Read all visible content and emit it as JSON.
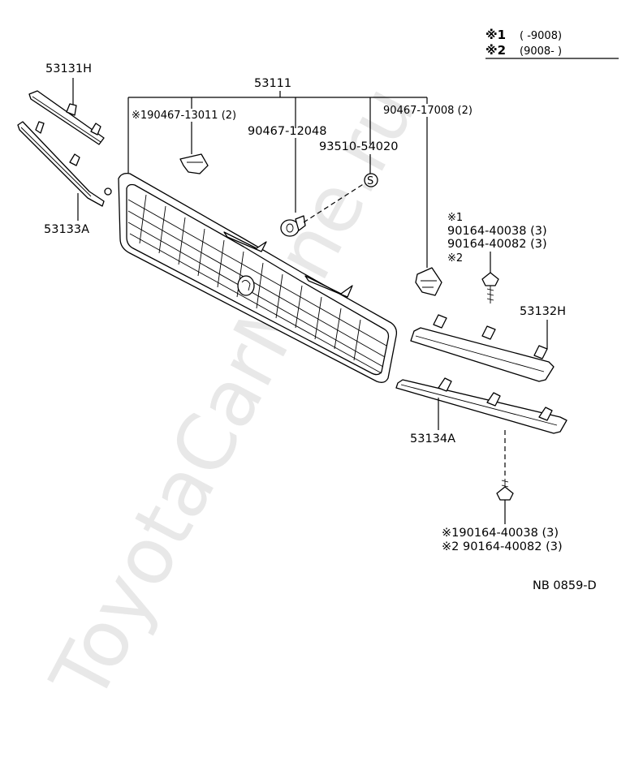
{
  "legend": {
    "row1_mark": "※1",
    "row1_range": "(        -9008)",
    "row2_mark": "※2",
    "row2_range": "(9008-          )"
  },
  "labels": {
    "p53131H": "53131H",
    "p53133A": "53133A",
    "p53111": "53111",
    "c90467_13011": "※190467-13011 (2)",
    "c90467_12048": "90467-12048",
    "c93510_54020": "93510-54020",
    "c90467_17008": "90467-17008 (2)",
    "mark_1": "※1",
    "s90164_40038_top": "90164-40038 (3)",
    "s90164_40082_top": "90164-40082 (3)",
    "mark_2": "※2",
    "p53132H": "53132H",
    "p53134A": "53134A",
    "s_bottom_1": "※190164-40038 (3)",
    "s_bottom_2": "※2 90164-40082 (3)",
    "clip_symbol": "S",
    "diagram_code": "NB 0859-D"
  },
  "watermark": "ToyotaCarMine.ru"
}
